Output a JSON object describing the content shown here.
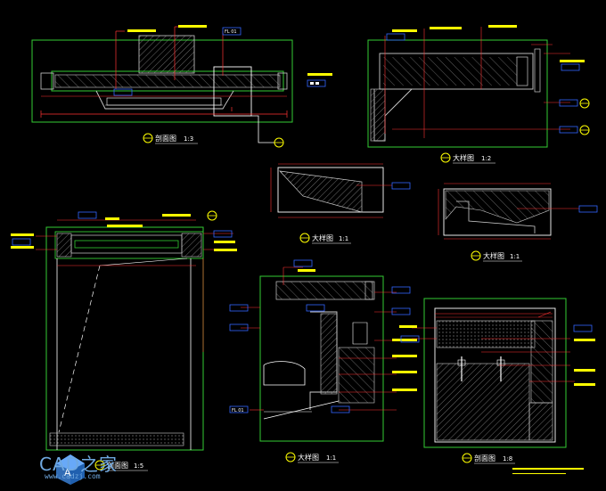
{
  "colors": {
    "background": "#000000",
    "frame": "#33cc33",
    "dimension": "#ff3333",
    "leader": "#ff3333",
    "tag": "#ffff00",
    "label": "#ffffff",
    "hatch": "#aaaaaa",
    "accent": "#ffff66",
    "watermark": "#6fa8e0"
  },
  "titles": {
    "d1": {
      "name": "剖面图",
      "scale": "1:3"
    },
    "d2": {
      "name": "大样图",
      "scale": "1:2"
    },
    "d3": {
      "name": "大样图",
      "scale": "1:1"
    },
    "d4": {
      "name": "大样图",
      "scale": "1:1"
    },
    "d5": {
      "name": "剖面图",
      "scale": "1:5"
    },
    "d6": {
      "name": "大样图",
      "scale": "1:1"
    },
    "d7": {
      "name": "剖面图",
      "scale": "1:8"
    }
  },
  "tags": {
    "fl01_a": "FL 01",
    "fl01_b": "FL 01"
  },
  "watermark": {
    "brand": "CAD之家",
    "url": "www.cadzj.com",
    "logo_icon": "cad-house-logo-icon"
  }
}
